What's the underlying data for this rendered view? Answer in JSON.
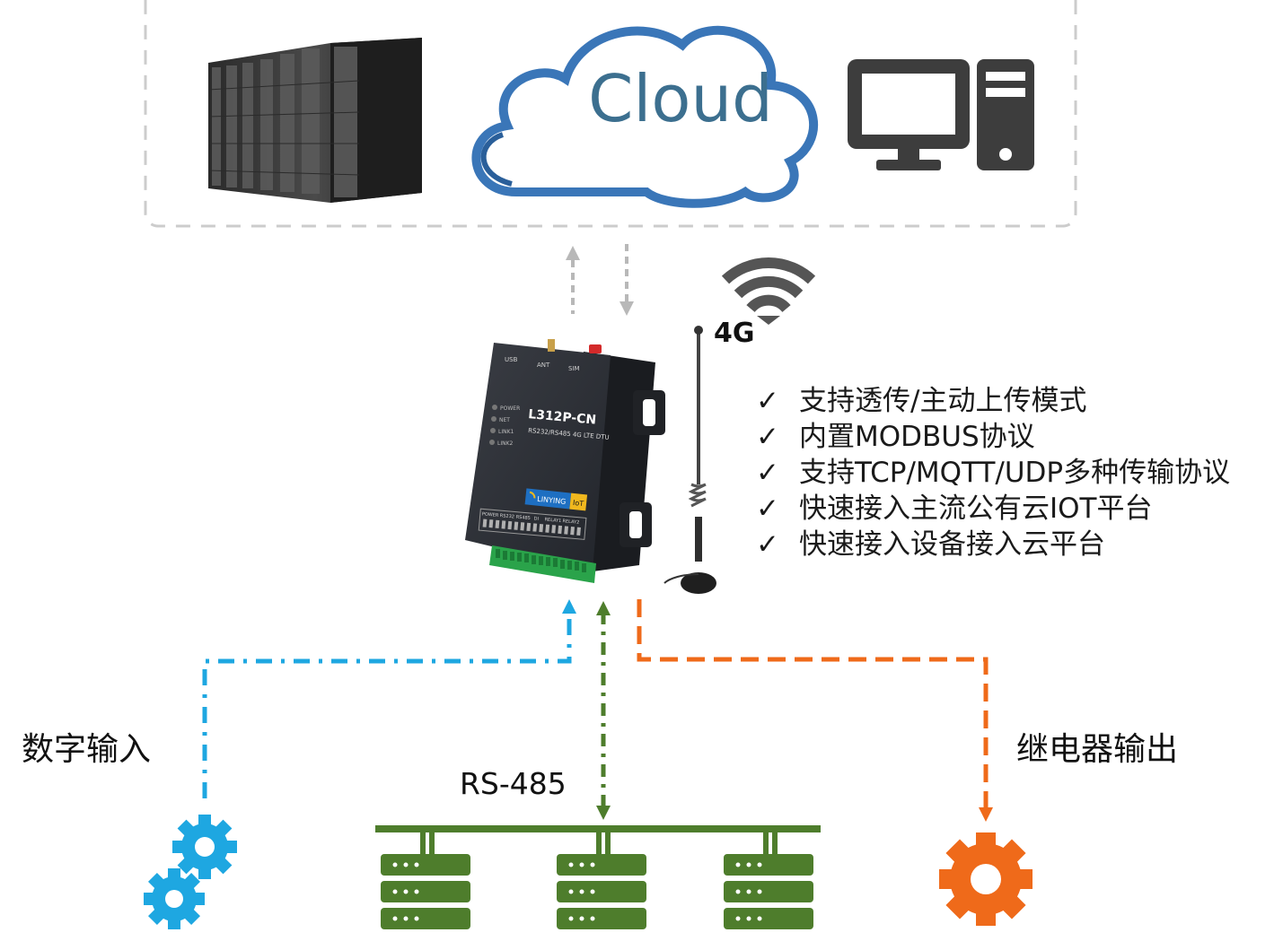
{
  "cloud": {
    "label": "Cloud"
  },
  "device": {
    "model": "L312P-CN",
    "subtitle": "RS232/RS485 4G LTE DTU",
    "brand": "LINYING",
    "brand_tag": "IoT",
    "ports_top": [
      "USB",
      "ANT",
      "SIM"
    ],
    "leds": [
      "POWER",
      "NET",
      "LINK1",
      "LINK2"
    ],
    "terminal_labels": [
      "POWER",
      "RS232",
      "RS485",
      "DI",
      "RELAY1",
      "RELAY2"
    ]
  },
  "signal": {
    "label": "4G"
  },
  "features": [
    "支持透传/主动上传模式",
    "内置MODBUS协议",
    "支持TCP/MQTT/UDP多种传输协议",
    "快速接入主流公有云IOT平台",
    "快速接入设备接入云平台"
  ],
  "check_mark": "✓",
  "labels": {
    "digital_input": "数字输入",
    "rs485": "RS-485",
    "relay_output": "继电器输出"
  },
  "colors": {
    "digital_input": "#1ea7e1",
    "rs485": "#4e7d2c",
    "relay_output": "#ef6a1a",
    "cloud_link": "#b8b8b8",
    "cloud_text": "#3c6f8f"
  },
  "icons": [
    "server-rack-icon",
    "cloud-icon",
    "desktop-computer-icon",
    "wifi-icon",
    "gear-icon",
    "server-stack-icon"
  ]
}
